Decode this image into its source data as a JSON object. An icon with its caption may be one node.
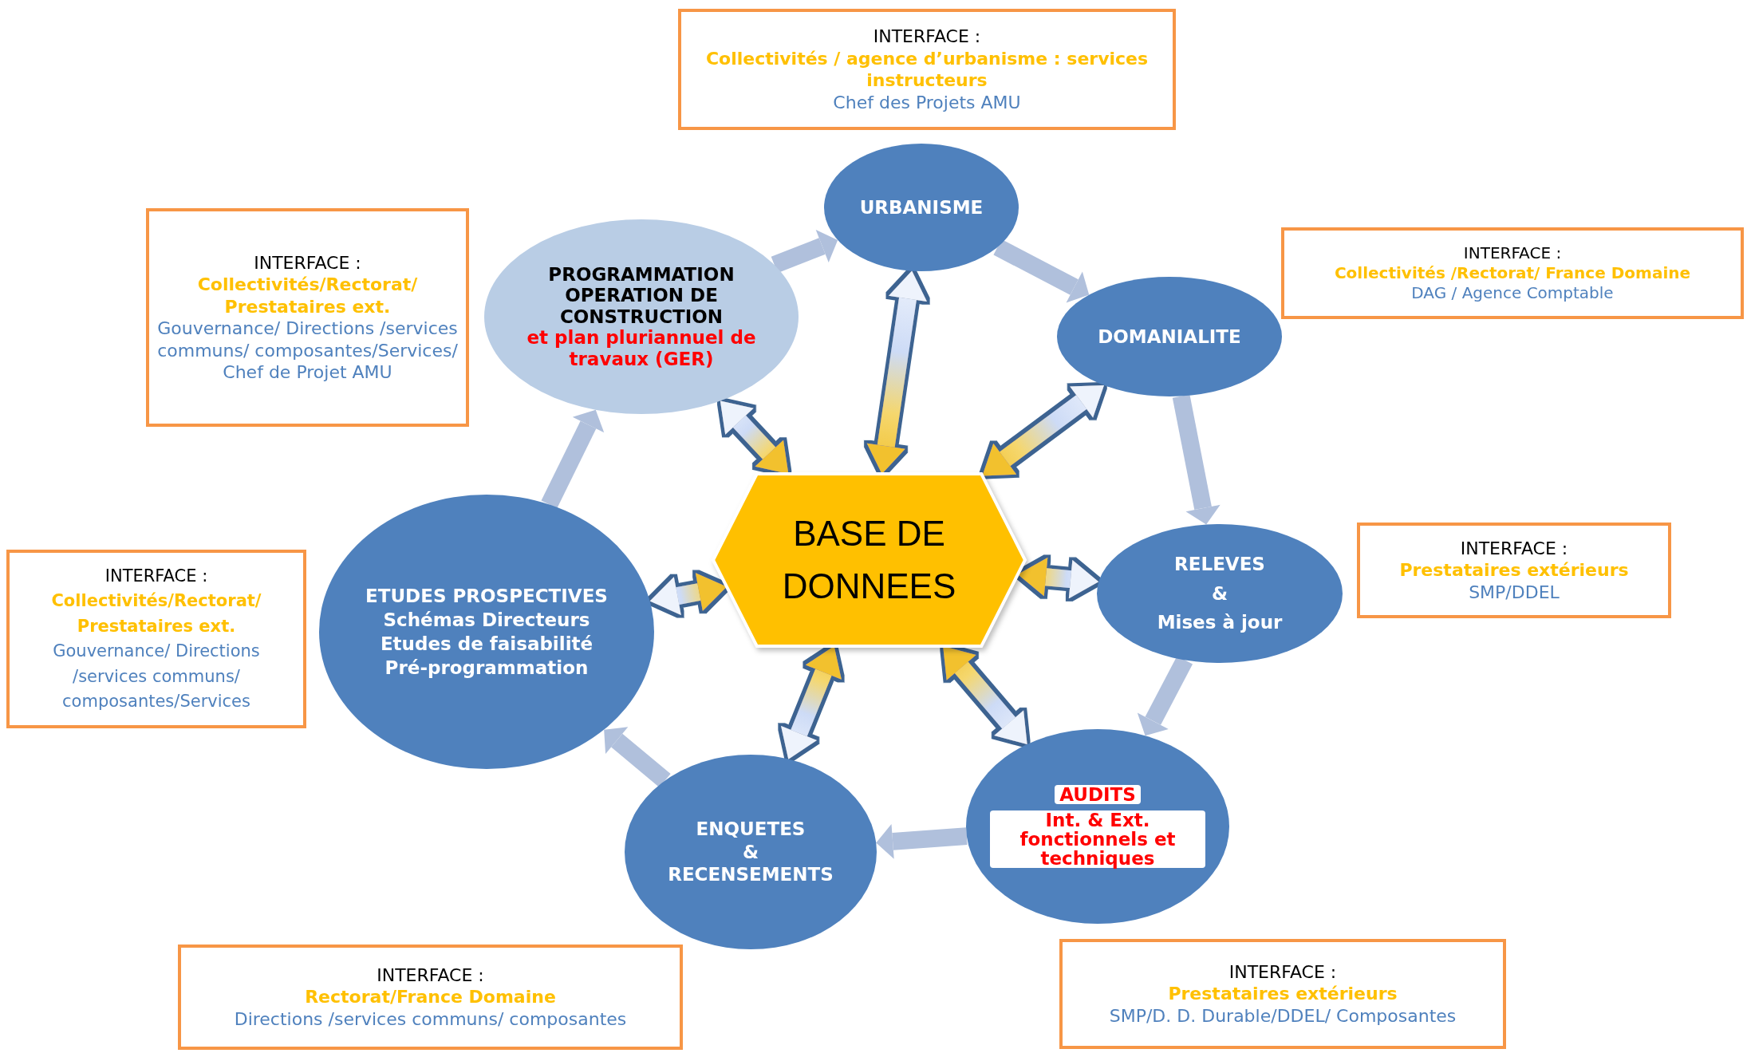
{
  "diagram": {
    "nodes": [
      {
        "text": [
          "INTERFACE :",
          "Collectivités / agence d’urbanisme : services instructeurs",
          "Chef des Projets AMU"
        ]
      },
      {
        "text": [
          "URBANISME"
        ]
      },
      {
        "text": [
          "INTERFACE :",
          "Collectivités/Rectorat/ Prestataires ext.",
          "Gouvernance/ Directions /services communs/ composantes/Services/ Chef de Projet AMU"
        ]
      },
      {
        "text": [
          "PROGRAMMATION OPERATION DE CONSTRUCTION",
          "et plan pluriannuel de travaux (GER)"
        ]
      },
      {
        "text": [
          "INTERFACE :",
          "Collectivités /Rectorat/ France Domaine",
          "DAG / Agence Comptable"
        ]
      },
      {
        "text": [
          "DOMANIALITE"
        ]
      },
      {
        "text": [
          "BASE DE DONNEES"
        ]
      },
      {
        "text": [
          "RELEVES",
          "&",
          "Mises à jour"
        ]
      },
      {
        "text": [
          "INTERFACE :",
          "Prestataires extérieurs",
          "SMP/DDEL"
        ]
      },
      {
        "text": [
          "INTERFACE :",
          "Collectivités/Rectorat/ Prestataires ext.",
          "Gouvernance/ Directions /services communs/ composantes/Services"
        ]
      },
      {
        "text": [
          "ETUDES PROSPECTIVES",
          "Schémas Directeurs",
          "Etudes de faisabilité",
          "Pré-programmation"
        ]
      },
      {
        "text": [
          "ENQUETES",
          "&",
          "RECENSEMENTS"
        ]
      },
      {
        "text": [
          "AUDITS",
          "Int. & Ext. fonctionnels et techniques"
        ]
      },
      {
        "text": [
          "INTERFACE :",
          "Rectorat/France Domaine",
          "Directions /services communs/ composantes"
        ]
      },
      {
        "text": [
          "INTERFACE :",
          "Prestataires extérieurs",
          "SMP/D. D. Durable/DDEL/ Composantes"
        ]
      }
    ],
    "edges": [
      {
        "from": 6,
        "to": 1,
        "arrow": "both"
      },
      {
        "from": 6,
        "to": 5,
        "arrow": "both"
      },
      {
        "from": 6,
        "to": 7,
        "arrow": "both"
      },
      {
        "from": 6,
        "to": 12,
        "arrow": "both"
      },
      {
        "from": 6,
        "to": 11,
        "arrow": "both"
      },
      {
        "from": 6,
        "to": 10,
        "arrow": "both"
      },
      {
        "from": 6,
        "to": 3,
        "arrow": "both"
      },
      {
        "from": 1,
        "to": 5,
        "arrow": "to",
        "color": "#b0c0dc"
      },
      {
        "from": 5,
        "to": 7,
        "arrow": "to",
        "color": "#b0c0dc"
      },
      {
        "from": 7,
        "to": 12,
        "arrow": "to",
        "color": "#b0c0dc"
      },
      {
        "from": 12,
        "to": 11,
        "arrow": "to",
        "color": "#b0c0dc"
      },
      {
        "from": 11,
        "to": 10,
        "arrow": "to",
        "color": "#b0c0dc"
      },
      {
        "from": 10,
        "to": 3,
        "arrow": "to",
        "color": "#b0c0dc"
      },
      {
        "from": 3,
        "to": 1,
        "arrow": "to",
        "color": "#b0c0dc"
      }
    ]
  }
}
